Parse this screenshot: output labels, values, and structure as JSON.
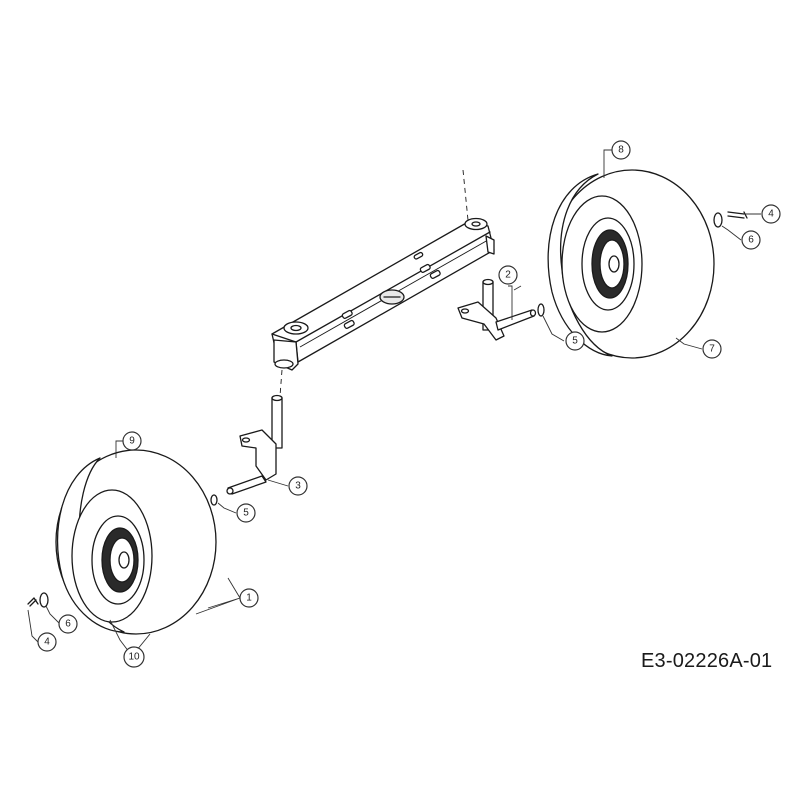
{
  "drawing_code": "E3-02226A-01",
  "highlight_color": "#f2e24a",
  "callouts": [
    {
      "id": "c8",
      "label": "8"
    },
    {
      "id": "c4a",
      "label": "4"
    },
    {
      "id": "c6a",
      "label": "6"
    },
    {
      "id": "c2",
      "label": "2",
      "highlighted": true
    },
    {
      "id": "c5a",
      "label": "5"
    },
    {
      "id": "c7",
      "label": "7"
    },
    {
      "id": "c9",
      "label": "9"
    },
    {
      "id": "c3",
      "label": "3"
    },
    {
      "id": "c5b",
      "label": "5"
    },
    {
      "id": "c1",
      "label": "1"
    },
    {
      "id": "c6b",
      "label": "6"
    },
    {
      "id": "c4b",
      "label": "4"
    },
    {
      "id": "c10",
      "label": "10"
    }
  ]
}
